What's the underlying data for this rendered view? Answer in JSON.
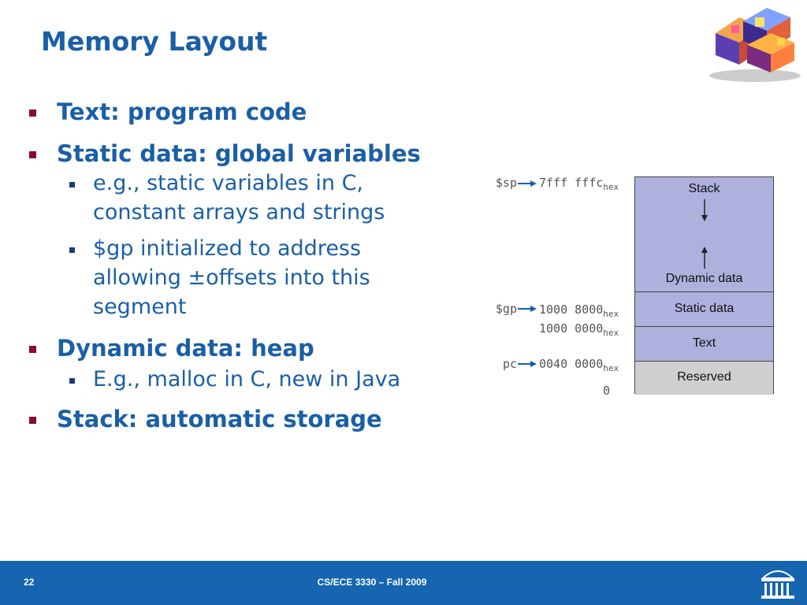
{
  "slide": {
    "title": "Memory Layout",
    "bullets": [
      {
        "text": "Text: program code",
        "subs": []
      },
      {
        "text": "Static data: global variables",
        "subs": [
          [
            "e.g., static variables in C,",
            "constant arrays and strings"
          ],
          [
            "$gp initialized to address",
            "allowing ±offsets into this",
            "segment"
          ]
        ]
      },
      {
        "text": "Dynamic data: heap",
        "subs": [
          [
            "E.g., malloc in C, new in Java"
          ]
        ]
      },
      {
        "text": "Stack: automatic storage",
        "subs": []
      }
    ]
  },
  "memory": {
    "segments": {
      "stack": "Stack",
      "dynamic": "Dynamic data",
      "static": "Static data",
      "text": "Text",
      "reserved": "Reserved"
    },
    "registers": {
      "sp": "$sp",
      "gp": "$gp",
      "pc": "pc"
    },
    "addresses": {
      "sp": "7fff fffc",
      "gp": "1000 8000",
      "static_base": "1000 0000",
      "pc": "0040 0000",
      "zero": "0",
      "hex_suffix": "hex"
    }
  },
  "footer": {
    "page_number": "22",
    "course": "CS/ECE 3330 – Fall 2009"
  },
  "colors": {
    "title_blue": "#1a5fa6",
    "bullet_marker": "#8b0a2f",
    "segment_purple": "#aeb1dd",
    "segment_gray": "#cfcfcf",
    "footer_blue": "#1565b0"
  }
}
